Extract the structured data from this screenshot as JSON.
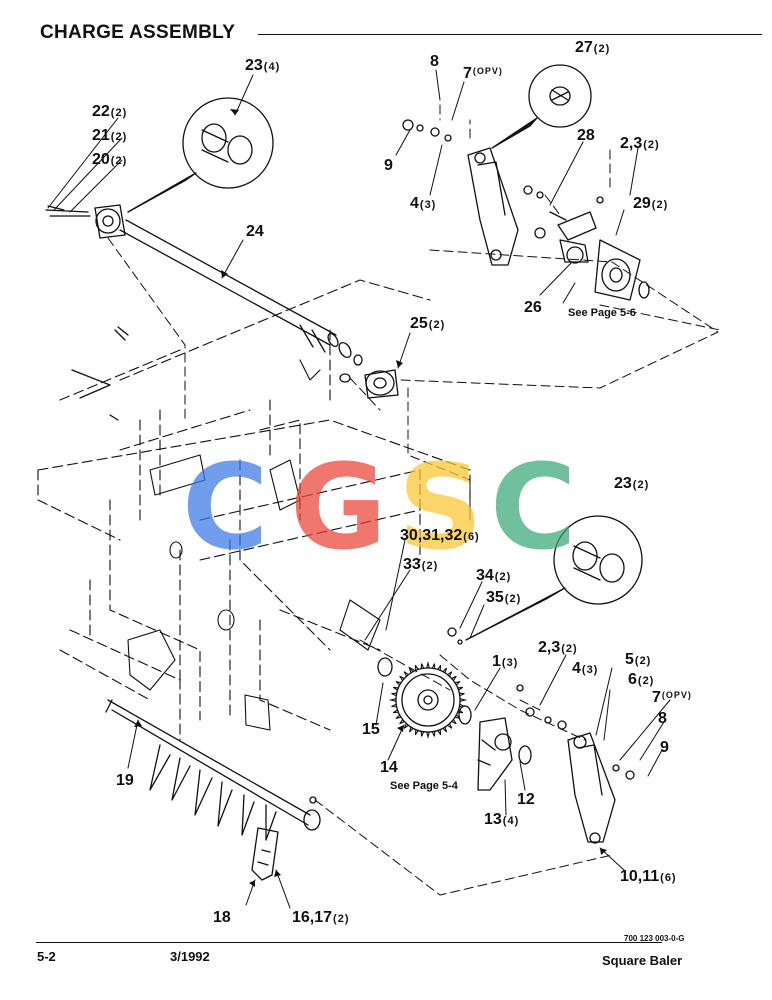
{
  "title": "CHARGE ASSEMBLY",
  "callouts": [
    {
      "id": "c23a",
      "num": "23",
      "qty": "(4)"
    },
    {
      "id": "c8a",
      "num": "8",
      "qty": ""
    },
    {
      "id": "c7a",
      "num": "7",
      "qty": "(OPV)"
    },
    {
      "id": "c27",
      "num": "27",
      "qty": "(2)"
    },
    {
      "id": "c22",
      "num": "22",
      "qty": "(2)"
    },
    {
      "id": "c21",
      "num": "21",
      "qty": "(2)"
    },
    {
      "id": "c20",
      "num": "20",
      "qty": "(2)"
    },
    {
      "id": "c9a",
      "num": "9",
      "qty": ""
    },
    {
      "id": "c4a",
      "num": "4",
      "qty": "(3)"
    },
    {
      "id": "c28",
      "num": "28",
      "qty": ""
    },
    {
      "id": "c23b",
      "num": "2,3",
      "qty": "(2)"
    },
    {
      "id": "c29",
      "num": "29",
      "qty": "(2)"
    },
    {
      "id": "c24",
      "num": "24",
      "qty": ""
    },
    {
      "id": "c26",
      "num": "26",
      "qty": ""
    },
    {
      "id": "c25",
      "num": "25",
      "qty": "(2)"
    },
    {
      "id": "c23c",
      "num": "23",
      "qty": "(2)"
    },
    {
      "id": "c30",
      "num": "30,31,32",
      "qty": "(6)"
    },
    {
      "id": "c33",
      "num": "33",
      "qty": "(2)"
    },
    {
      "id": "c34",
      "num": "34",
      "qty": "(2)"
    },
    {
      "id": "c35",
      "num": "35",
      "qty": "(2)"
    },
    {
      "id": "c1",
      "num": "1",
      "qty": "(3)"
    },
    {
      "id": "c23d",
      "num": "2,3",
      "qty": "(2)"
    },
    {
      "id": "c5",
      "num": "5",
      "qty": "(2)"
    },
    {
      "id": "c6",
      "num": "6",
      "qty": "(2)"
    },
    {
      "id": "c4b",
      "num": "4",
      "qty": "(3)"
    },
    {
      "id": "c7b",
      "num": "7",
      "qty": "(OPV)"
    },
    {
      "id": "c8b",
      "num": "8",
      "qty": ""
    },
    {
      "id": "c9b",
      "num": "9",
      "qty": ""
    },
    {
      "id": "c15",
      "num": "15",
      "qty": ""
    },
    {
      "id": "c14",
      "num": "14",
      "qty": ""
    },
    {
      "id": "c12",
      "num": "12",
      "qty": ""
    },
    {
      "id": "c13",
      "num": "13",
      "qty": "(4)"
    },
    {
      "id": "c19",
      "num": "19",
      "qty": ""
    },
    {
      "id": "c10",
      "num": "10,11",
      "qty": "(6)"
    },
    {
      "id": "c18",
      "num": "18",
      "qty": ""
    },
    {
      "id": "c16",
      "num": "16,17",
      "qty": "(2)"
    }
  ],
  "see_page_upper": "See Page 5-6",
  "see_page_lower": "See Page 5-4",
  "drawing_ref": "700 123 003-0-G",
  "footer": {
    "page": "5-2",
    "date": "3/1992",
    "product": "Square Baler"
  },
  "watermark": {
    "letters": [
      {
        "char": "C",
        "color": "#3b78e7"
      },
      {
        "char": "G",
        "color": "#ea4335"
      },
      {
        "char": "S",
        "color": "#fbc531"
      },
      {
        "char": "C",
        "color": "#3aa876"
      }
    ]
  }
}
